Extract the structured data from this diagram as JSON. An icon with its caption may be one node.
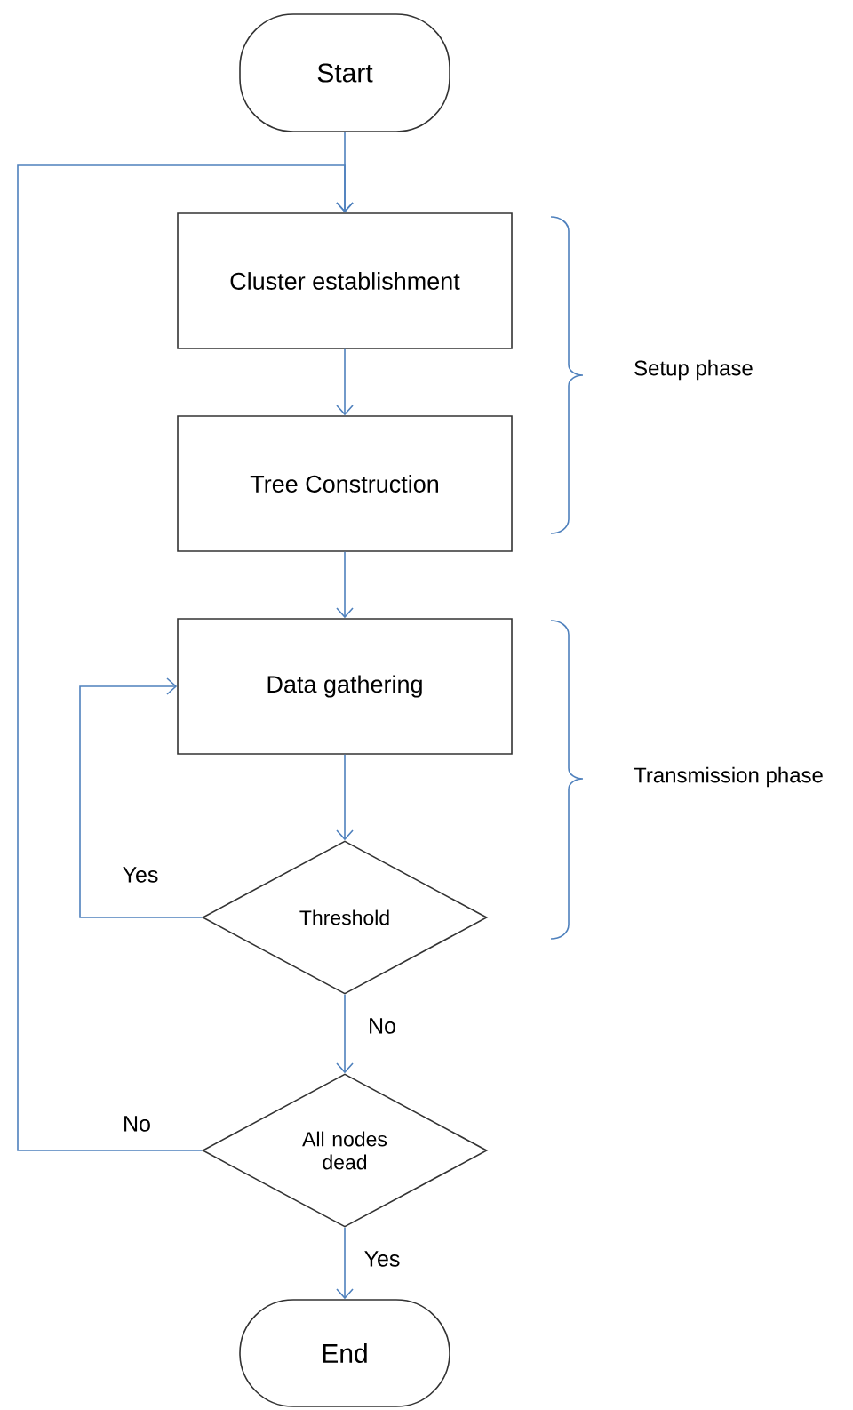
{
  "diagram": {
    "nodes": [
      {
        "text": [
          "Start"
        ]
      },
      {
        "text": [
          "Cluster establishment"
        ]
      },
      {
        "text": [
          "Tree Construction"
        ]
      },
      {
        "text": [
          "Data gathering"
        ]
      },
      {
        "text": [
          "Threshold"
        ]
      },
      {
        "text": [
          "All nodes dead"
        ]
      },
      {
        "text": [
          "End"
        ]
      }
    ],
    "edges": [
      {
        "from": 0,
        "to": 1,
        "arrow": "to"
      },
      {
        "from": 1,
        "to": 2,
        "arrow": "to"
      },
      {
        "from": 2,
        "to": 3,
        "arrow": "to"
      },
      {
        "from": 3,
        "to": 4,
        "arrow": "to"
      },
      {
        "from": 4,
        "to": 3,
        "arrow": "to",
        "label": "Yes"
      },
      {
        "from": 4,
        "to": 5,
        "arrow": "to",
        "label": "No"
      },
      {
        "from": 5,
        "to": 1,
        "arrow": "to",
        "label": "No"
      },
      {
        "from": 5,
        "to": 6,
        "arrow": "to",
        "label": "Yes"
      }
    ],
    "labels": [
      "Setup phase",
      "Transmission phase"
    ]
  }
}
